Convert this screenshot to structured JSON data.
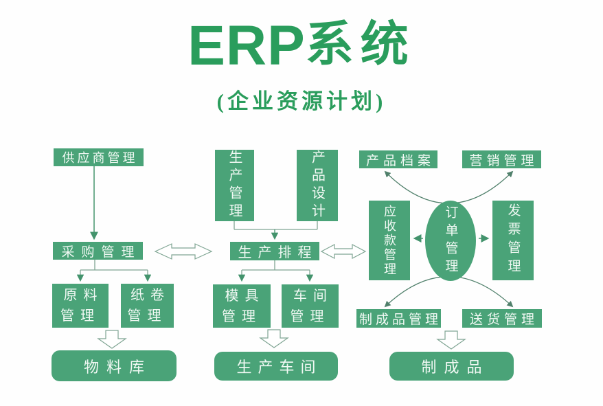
{
  "title": {
    "en": "ERP",
    "zh": "系统"
  },
  "subtitle": "(企业资源计划)",
  "colors": {
    "box_green": "#4aa378",
    "title_green": "#2a9d5c",
    "box_text": "#f1f9f4",
    "arrow_green": "#43936c",
    "connector_gray_green": "#7fa593",
    "arc_green": "#50806b"
  },
  "nodes": {
    "supplier": "供应商管理",
    "purchasing": "采购管理",
    "raw_material": "原料\n管理",
    "paper_roll": "纸卷\n管理",
    "material_warehouse": "物料库",
    "production_mgmt": "生产管理",
    "product_design": "产品设计",
    "production_scheduling": "生产排程",
    "mold": "模具\n管理",
    "workshop": "车间\n管理",
    "production_workshop": "生产车间",
    "product_archive": "产品档案",
    "marketing": "营销管理",
    "receivables": "应收款管理",
    "order": "订单管理",
    "invoice": "发票管理",
    "finished_goods_mgmt": "制成品管理",
    "delivery": "送货管理",
    "finished_goods": "制成品"
  }
}
